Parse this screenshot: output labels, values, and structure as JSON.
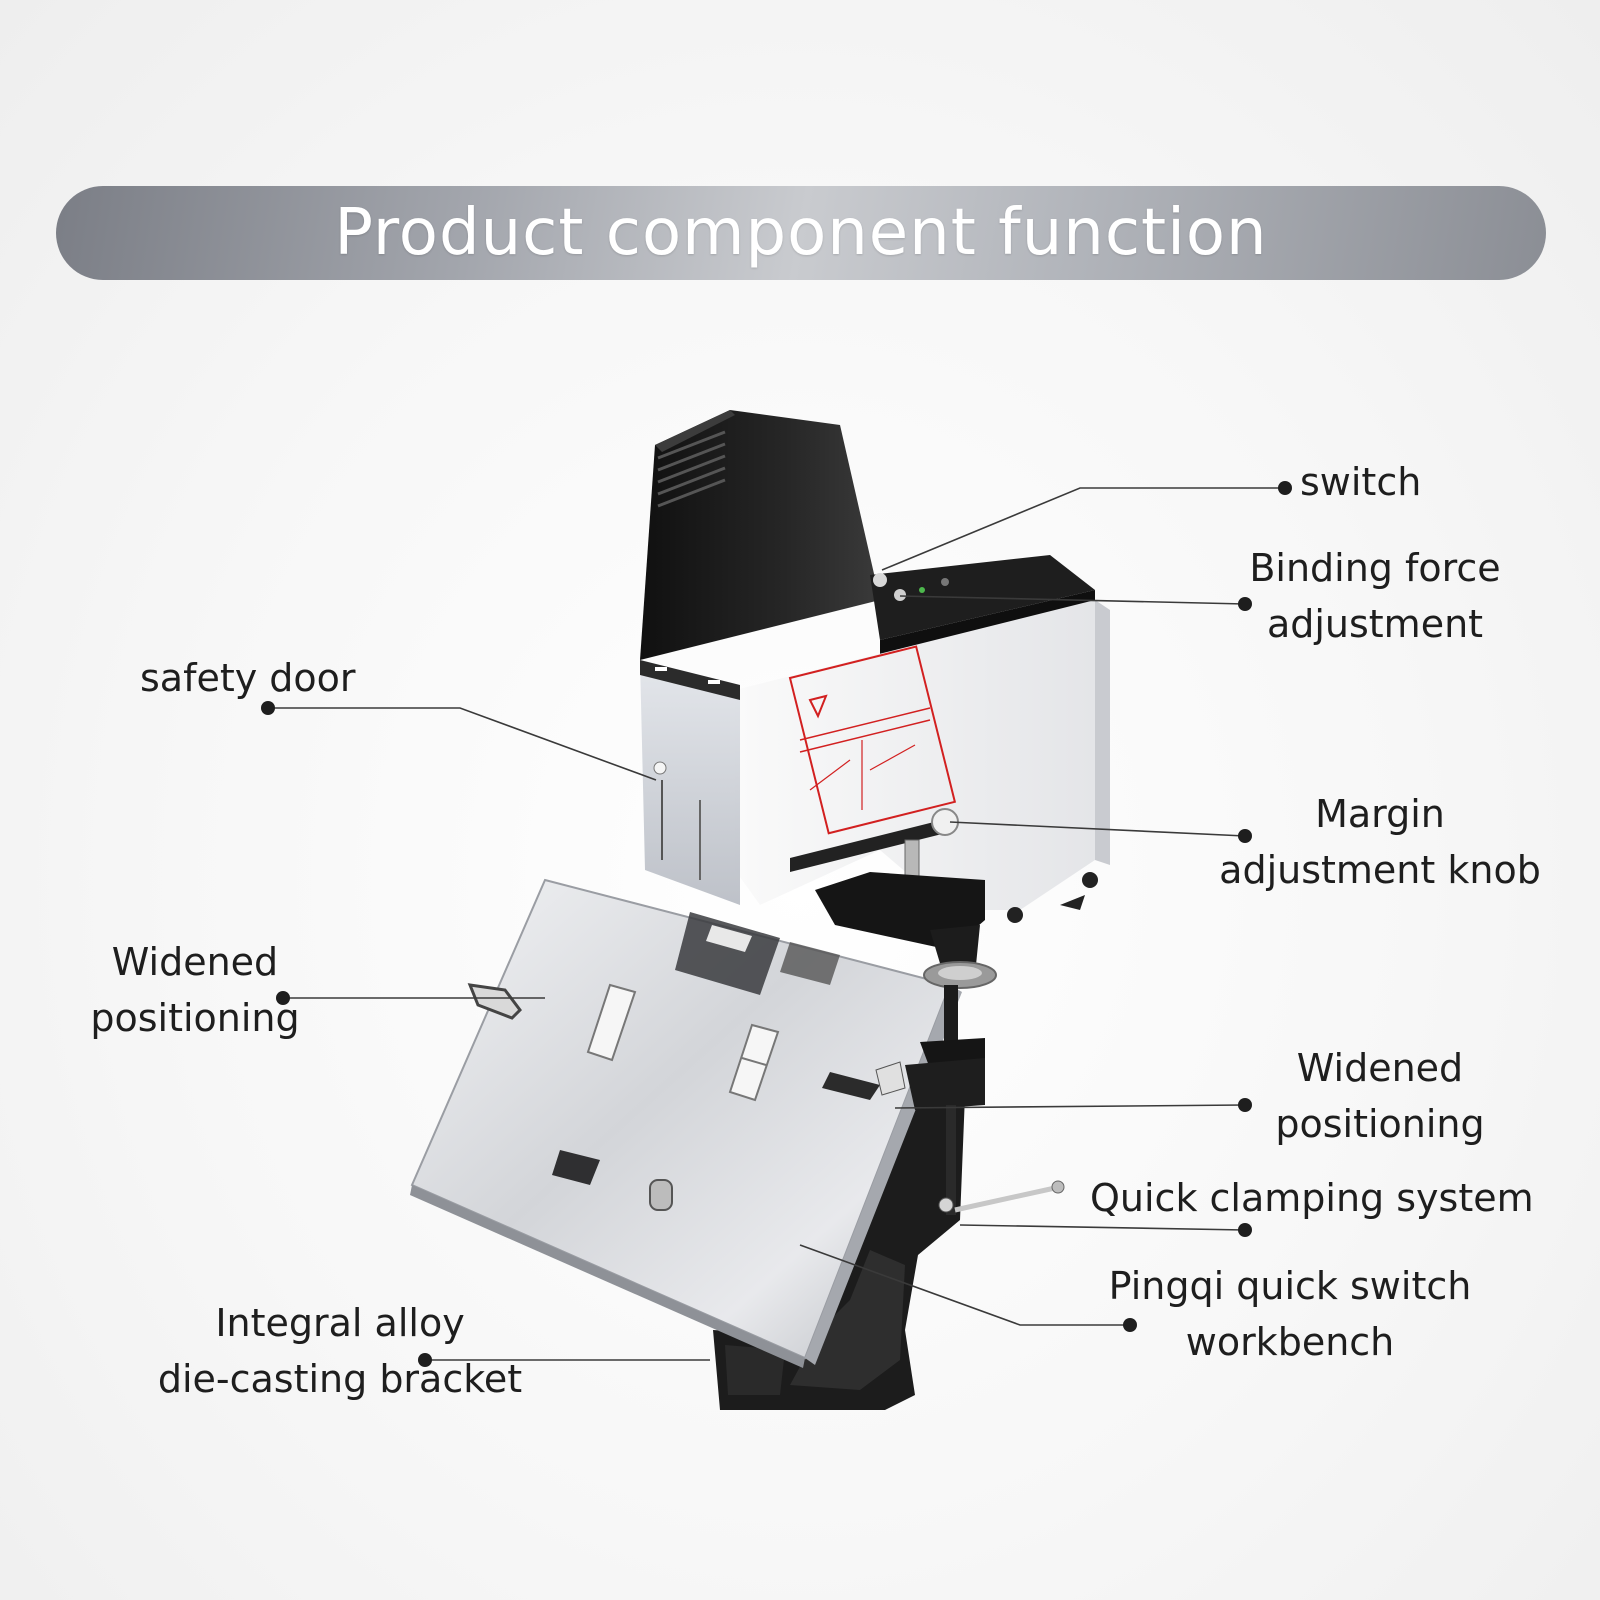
{
  "title": "Product component function",
  "labels": {
    "switch": "switch",
    "binding_force": [
      "Binding force",
      "adjustment"
    ],
    "safety_door": "safety door",
    "margin_knob": [
      "Margin",
      "adjustment knob"
    ],
    "widened_left": [
      "Widened",
      "positioning"
    ],
    "widened_right": [
      "Widened",
      "positioning"
    ],
    "quick_clamping": "Quick clamping system",
    "pingqi": [
      "Pingqi quick switch",
      "workbench"
    ],
    "bracket": [
      "Integral alloy",
      "die-casting bracket"
    ]
  },
  "colors": {
    "banner_dark": "#7b7e86",
    "banner_light": "#c9cbcf",
    "machine_black": "#1c1c1c",
    "body_white": "#f4f4f6",
    "plate_silver": "#d2d4d8",
    "warning_red": "#d22020"
  }
}
